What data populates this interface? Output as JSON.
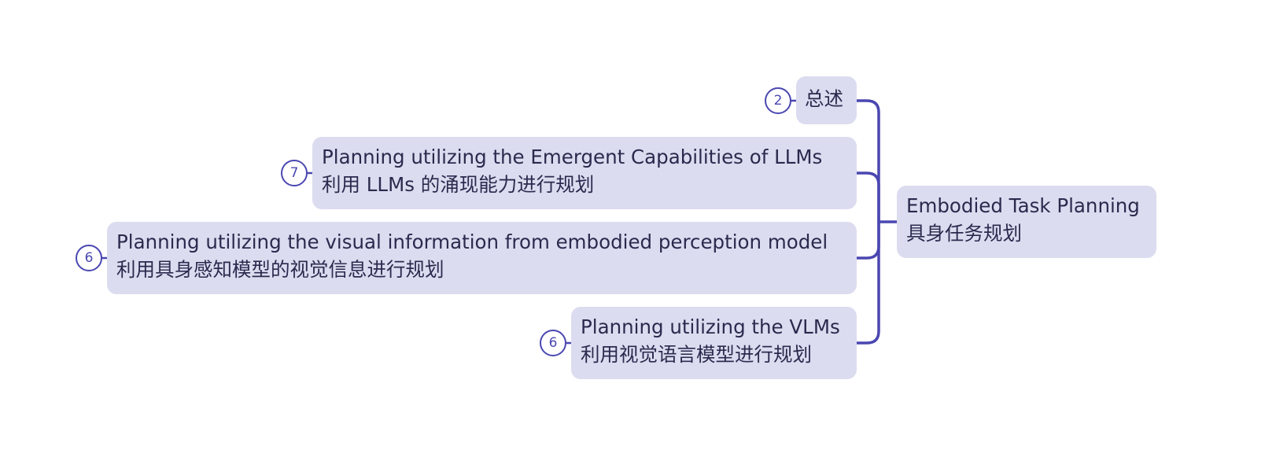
{
  "mindmap": {
    "accent_color": "#4a47b1",
    "node_fill": "#dcdcf0",
    "text_color": "#2a2a4e",
    "root": {
      "line1": "Embodied Task Planning",
      "line2": "具身任务规划"
    },
    "branches": [
      {
        "line1": "总述",
        "line2": "",
        "count": "2"
      },
      {
        "line1": "Planning utilizing the Emergent Capabilities of LLMs",
        "line2": "利用 LLMs 的涌现能力进行规划",
        "count": "7"
      },
      {
        "line1": "Planning utilizing the visual information from embodied perception model",
        "line2": "利用具身感知模型的视觉信息进行规划",
        "count": "6"
      },
      {
        "line1": "Planning utilizing the VLMs",
        "line2": "利用视觉语言模型进行规划",
        "count": "6"
      }
    ]
  }
}
